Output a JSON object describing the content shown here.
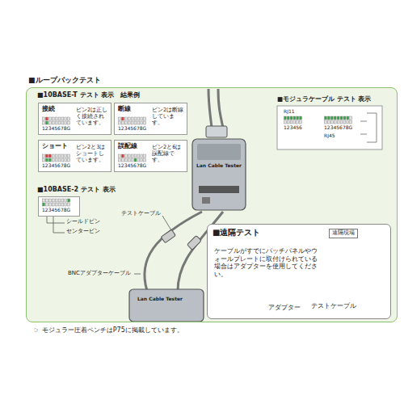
{
  "diagram": {
    "nodes": [
      {
        "text": [
          "■ループバックテスト"
        ]
      },
      {
        "text": [
          "接続",
          "12345678G",
          "ピン2は正しく接続されています。"
        ],
        "in": 0
      },
      {
        "text": [
          "断線",
          "12345678G",
          "ピン2は断線しています。"
        ],
        "in": 0
      },
      {
        "text": [
          "ショート",
          "12345678G",
          "ピン2と3はショートしています。"
        ],
        "in": 0
      },
      {
        "text": [
          "誤配線",
          "12345678G",
          "ピン2と6は誤配線です。"
        ],
        "in": 0
      },
      {
        "text": [
          "■モジュラケーブル テスト 表示",
          "RJ11",
          "123456",
          "12345678G",
          "RJ45"
        ],
        "in": 0
      },
      {
        "text": [
          "12345678G"
        ],
        "in": 0
      },
      {
        "text": [
          "■遠隔テスト",
          "遠隔現場",
          "ケーブルがすでにパッチパネルやウォールプレートに取付けられている場合はアダプターを使用してください。",
          "アダプター",
          "テストケーブル"
        ],
        "in": 0
      }
    ],
    "labels": [
      "■10BASE-T テスト 表示　結果例",
      "■10BASE-2 テスト 表示",
      "シールドピン",
      "センターピン",
      "テストケーブル",
      "BNCアダプターケーブル",
      "Lan Cable Tester",
      "Lan Cable Tester",
      "☞ モジュラー圧着ペンチはP75に掲載しています。"
    ]
  }
}
